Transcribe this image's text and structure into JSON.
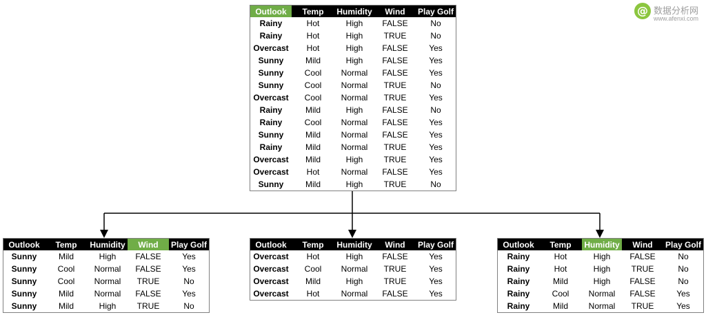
{
  "logo": {
    "icon": "@",
    "title": "数据分析网",
    "url": "www.afenxi.com"
  },
  "colors": {
    "Rainy": "#2e75b6",
    "Sunny": "#ed7d31",
    "Overcast": "#a6a6a6",
    "highlight": "#70ad47",
    "header": "#000000"
  },
  "root": {
    "columns": [
      "Outlook",
      "Temp",
      "Humidity",
      "Wind",
      "Play Golf"
    ],
    "highlight": "Outlook",
    "rows": [
      [
        "Rainy",
        "Hot",
        "High",
        "FALSE",
        "No"
      ],
      [
        "Rainy",
        "Hot",
        "High",
        "TRUE",
        "No"
      ],
      [
        "Overcast",
        "Hot",
        "High",
        "FALSE",
        "Yes"
      ],
      [
        "Sunny",
        "Mild",
        "High",
        "FALSE",
        "Yes"
      ],
      [
        "Sunny",
        "Cool",
        "Normal",
        "FALSE",
        "Yes"
      ],
      [
        "Sunny",
        "Cool",
        "Normal",
        "TRUE",
        "No"
      ],
      [
        "Overcast",
        "Cool",
        "Normal",
        "TRUE",
        "Yes"
      ],
      [
        "Rainy",
        "Mild",
        "High",
        "FALSE",
        "No"
      ],
      [
        "Rainy",
        "Cool",
        "Normal",
        "FALSE",
        "Yes"
      ],
      [
        "Sunny",
        "Mild",
        "Normal",
        "FALSE",
        "Yes"
      ],
      [
        "Rainy",
        "Mild",
        "Normal",
        "TRUE",
        "Yes"
      ],
      [
        "Overcast",
        "Mild",
        "High",
        "TRUE",
        "Yes"
      ],
      [
        "Overcast",
        "Hot",
        "Normal",
        "FALSE",
        "Yes"
      ],
      [
        "Sunny",
        "Mild",
        "High",
        "TRUE",
        "No"
      ]
    ]
  },
  "left": {
    "columns": [
      "Outlook",
      "Temp",
      "Humidity",
      "Wind",
      "Play Golf"
    ],
    "highlight": "Wind",
    "rows": [
      [
        "Sunny",
        "Mild",
        "High",
        "FALSE",
        "Yes"
      ],
      [
        "Sunny",
        "Cool",
        "Normal",
        "FALSE",
        "Yes"
      ],
      [
        "Sunny",
        "Cool",
        "Normal",
        "TRUE",
        "No"
      ],
      [
        "Sunny",
        "Mild",
        "Normal",
        "FALSE",
        "Yes"
      ],
      [
        "Sunny",
        "Mild",
        "High",
        "TRUE",
        "No"
      ]
    ]
  },
  "middle": {
    "columns": [
      "Outlook",
      "Temp",
      "Humidity",
      "Wind",
      "Play Golf"
    ],
    "highlight": "",
    "rows": [
      [
        "Overcast",
        "Hot",
        "High",
        "FALSE",
        "Yes"
      ],
      [
        "Overcast",
        "Cool",
        "Normal",
        "TRUE",
        "Yes"
      ],
      [
        "Overcast",
        "Mild",
        "High",
        "TRUE",
        "Yes"
      ],
      [
        "Overcast",
        "Hot",
        "Normal",
        "FALSE",
        "Yes"
      ]
    ]
  },
  "right": {
    "columns": [
      "Outlook",
      "Temp",
      "Humidity",
      "Wind",
      "Play Golf"
    ],
    "highlight": "Humidity",
    "rows": [
      [
        "Rainy",
        "Hot",
        "High",
        "FALSE",
        "No"
      ],
      [
        "Rainy",
        "Hot",
        "High",
        "TRUE",
        "No"
      ],
      [
        "Rainy",
        "Mild",
        "High",
        "FALSE",
        "No"
      ],
      [
        "Rainy",
        "Cool",
        "Normal",
        "FALSE",
        "Yes"
      ],
      [
        "Rainy",
        "Mild",
        "Normal",
        "TRUE",
        "Yes"
      ]
    ]
  }
}
